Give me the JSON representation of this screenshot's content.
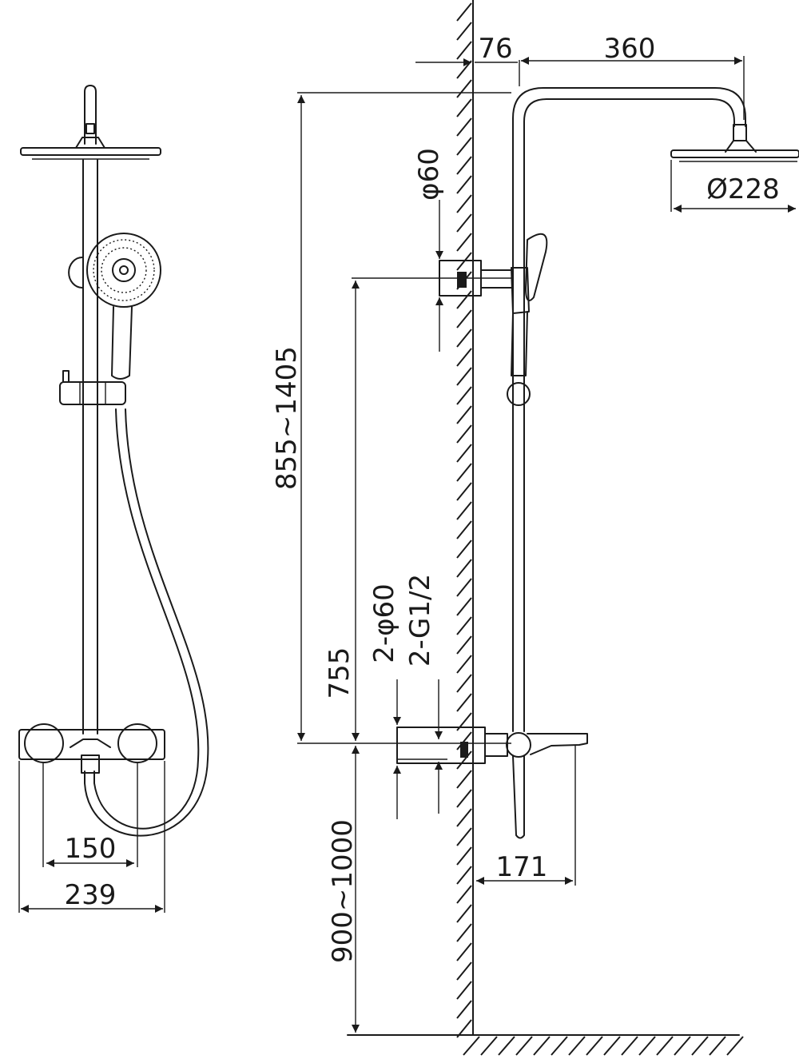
{
  "dimensions": {
    "wall_offset": "76",
    "arm_reach": "360",
    "head_diameter": "Ø228",
    "bracket_diameter": "φ60",
    "height_range": "855~1405",
    "bar_to_bracket": "755",
    "flange_diameter": "2-φ60",
    "inlet_thread": "2-G1/2",
    "install_height": "900~1000",
    "inlet_spacing": "150",
    "mixer_width": "239",
    "spout_reach": "171"
  },
  "colors": {
    "line": "#1a1a1a",
    "background": "#ffffff"
  }
}
